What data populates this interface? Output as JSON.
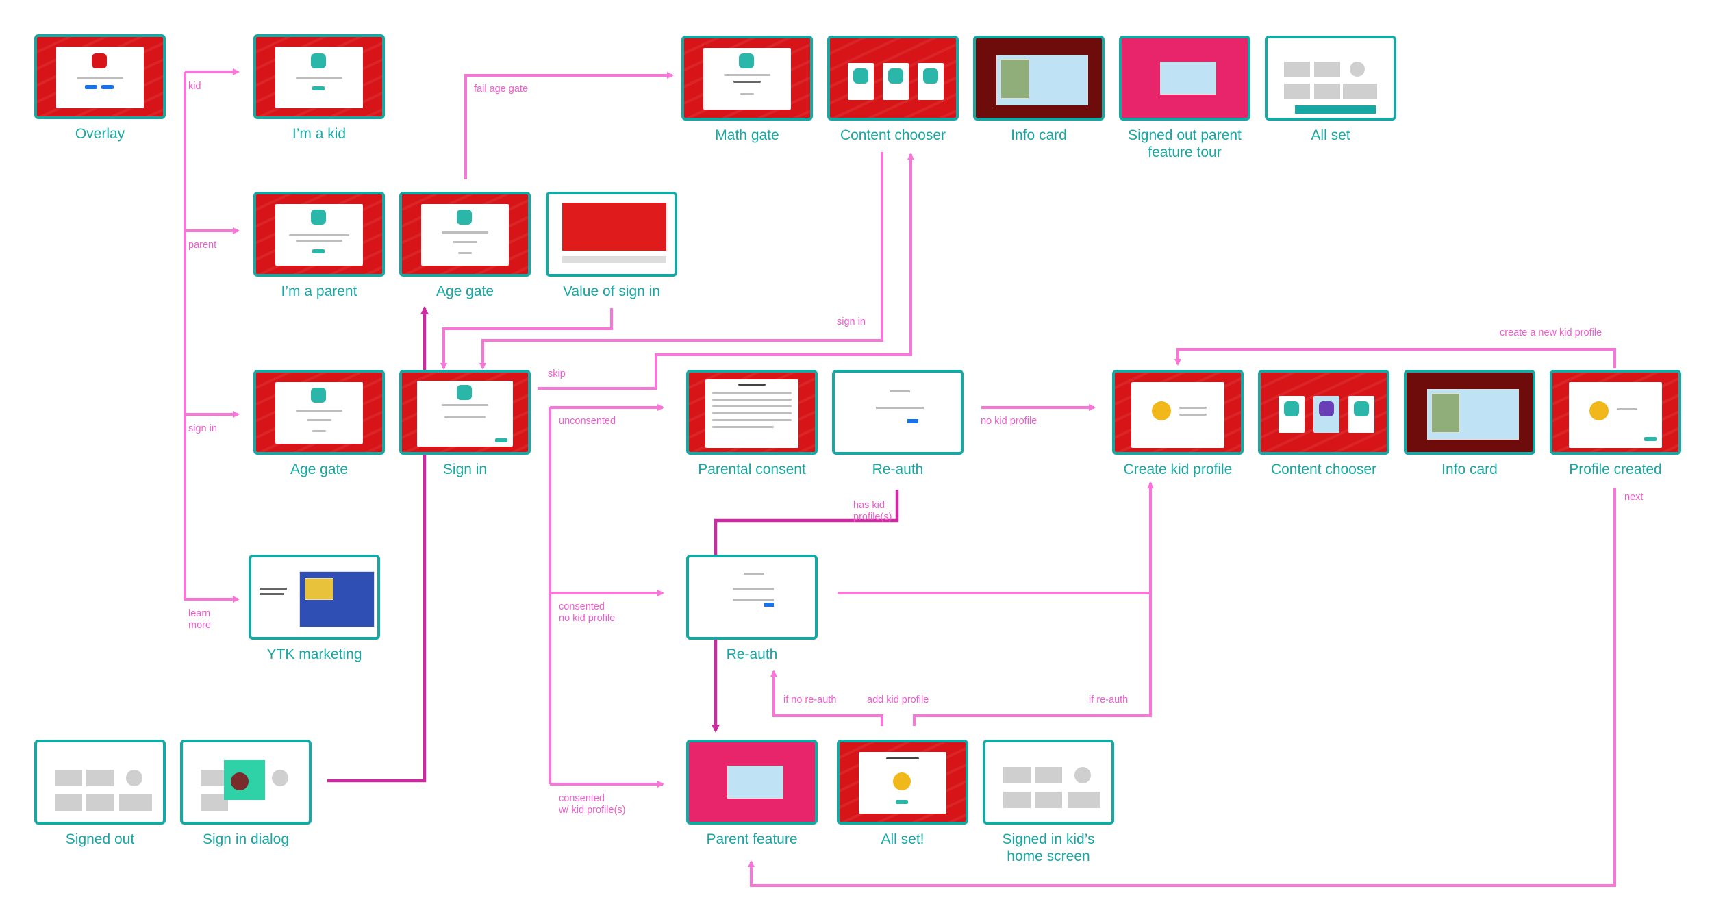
{
  "colors": {
    "teal": "#18a8a3",
    "pink": "#f776d8",
    "magenta": "#cc2aa0",
    "red": "#d71418"
  },
  "nodes": {
    "overlay": "Overlay",
    "im_a_kid": "I’m a kid",
    "math_gate": "Math gate",
    "content_chooser_1": "Content chooser",
    "info_card_1": "Info card",
    "signed_out_parent_tour": "Signed out parent\nfeature tour",
    "all_set_1": "All set",
    "im_a_parent": "I’m a parent",
    "age_gate_1": "Age gate",
    "value_of_sign_in": "Value of sign in",
    "age_gate_2": "Age gate",
    "sign_in": "Sign in",
    "parental_consent": "Parental consent",
    "re_auth_1": "Re-auth",
    "create_kid_profile": "Create kid profile",
    "content_chooser_2": "Content chooser",
    "info_card_2": "Info card",
    "profile_created": "Profile created",
    "ytk_marketing": "YTK marketing",
    "re_auth_2": "Re-auth",
    "signed_out": "Signed out",
    "sign_in_dialog": "Sign in dialog",
    "parent_feature": "Parent feature",
    "all_set_2": "All set!",
    "signed_in_home": "Signed in kid’s\nhome screen"
  },
  "edges": {
    "kid": "kid",
    "parent": "parent",
    "sign_in": "sign in",
    "learn_more": "learn\nmore",
    "fail_age_gate": "fail age gate",
    "sign_in_2": "sign in",
    "skip": "skip",
    "unconsented": "unconsented",
    "no_kid_profile": "no kid profile",
    "has_kid_profiles": "has kid\nprofile(s)",
    "consented_no_kid": "consented\nno kid profile",
    "consented_with_kid": "consented\nw/ kid profile(s)",
    "if_no_reauth": "if no re-auth",
    "add_kid_profile": "add kid profile",
    "if_reauth": "if re-auth",
    "create_new_kid_profile": "create a new kid profile",
    "next": "next"
  }
}
